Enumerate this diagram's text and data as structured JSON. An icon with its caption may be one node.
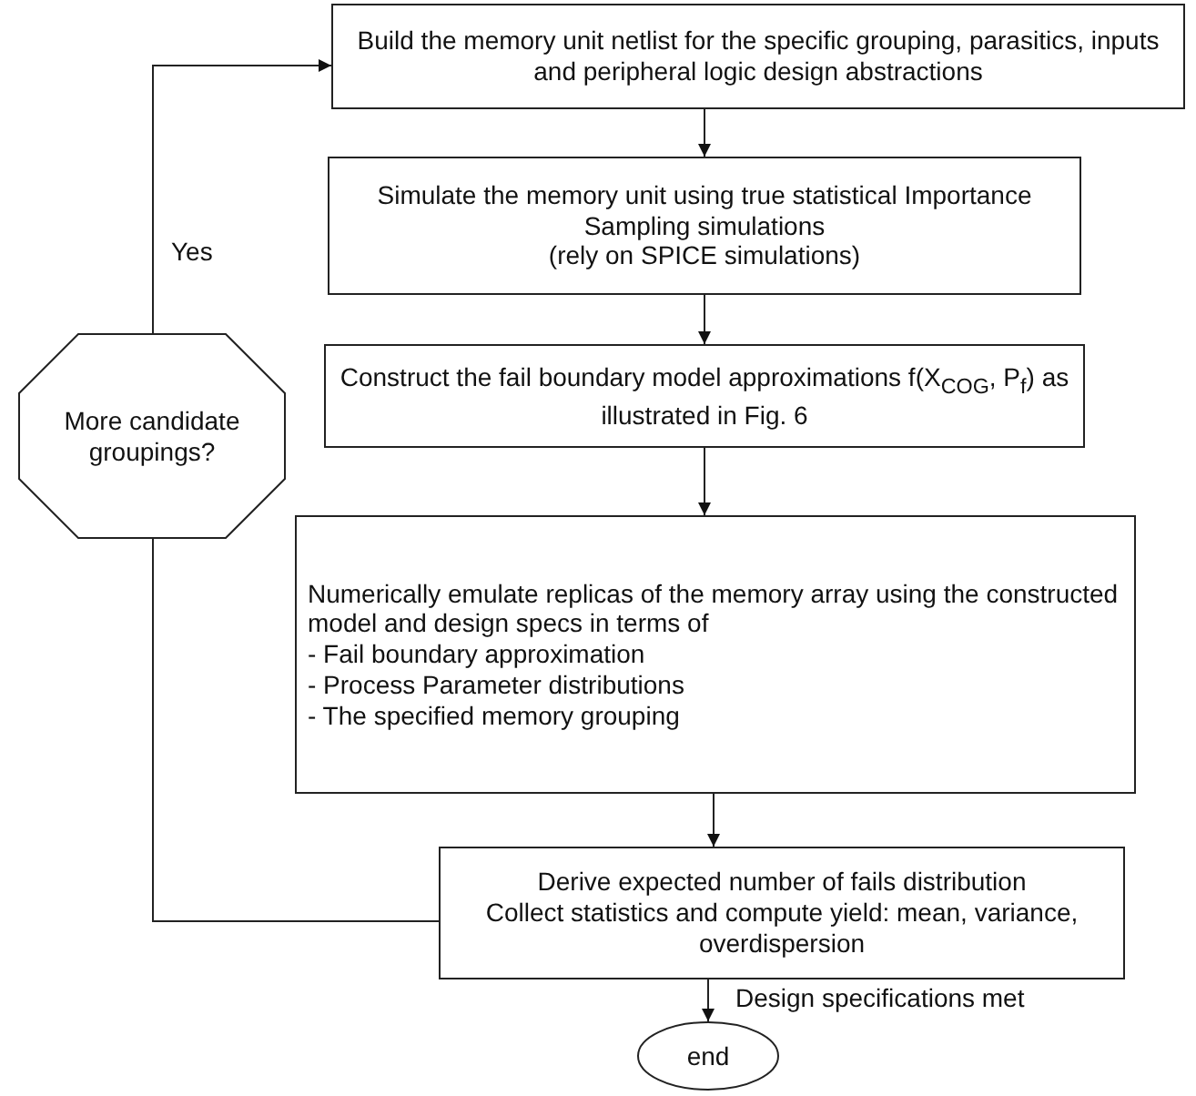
{
  "diagram": {
    "nodes": [
      {
        "text": [
          "Build the memory unit netlist for the specific grouping, parasitics, inputs and peripheral logic design abstractions"
        ]
      },
      {
        "text": [
          "Simulate the memory unit using true statistical Importance Sampling simulations",
          "(rely on SPICE simulations)"
        ]
      },
      {
        "text": [
          "Construct the fail boundary model approximations f(X$_{COG}$, P$_{f}$) as illustrated in Fig. 6"
        ]
      },
      {
        "text": [
          "Numerically emulate replicas of the memory array using the constructed model and design specs in terms of",
          "- Fail boundary approximation",
          "- Process Parameter distributions",
          "- The specified memory grouping"
        ]
      },
      {
        "text": [
          "Derive expected number of fails distribution",
          "Collect statistics and compute yield: mean, variance, overdispersion"
        ]
      },
      {
        "text": [
          "end"
        ]
      },
      {
        "text": [
          "More candidate groupings?"
        ]
      }
    ],
    "edges": [
      {
        "from": 0,
        "to": 1,
        "arrow": "to"
      },
      {
        "from": 1,
        "to": 2,
        "arrow": "to"
      },
      {
        "from": 2,
        "to": 3,
        "arrow": "to"
      },
      {
        "from": 3,
        "to": 4,
        "arrow": "to"
      },
      {
        "from": 4,
        "to": 5,
        "arrow": "to",
        "label": "Design specifications met"
      },
      {
        "from": 4,
        "to": 6,
        "arrow": "none"
      },
      {
        "from": 6,
        "to": 0,
        "arrow": "to",
        "label": "Yes"
      }
    ]
  }
}
